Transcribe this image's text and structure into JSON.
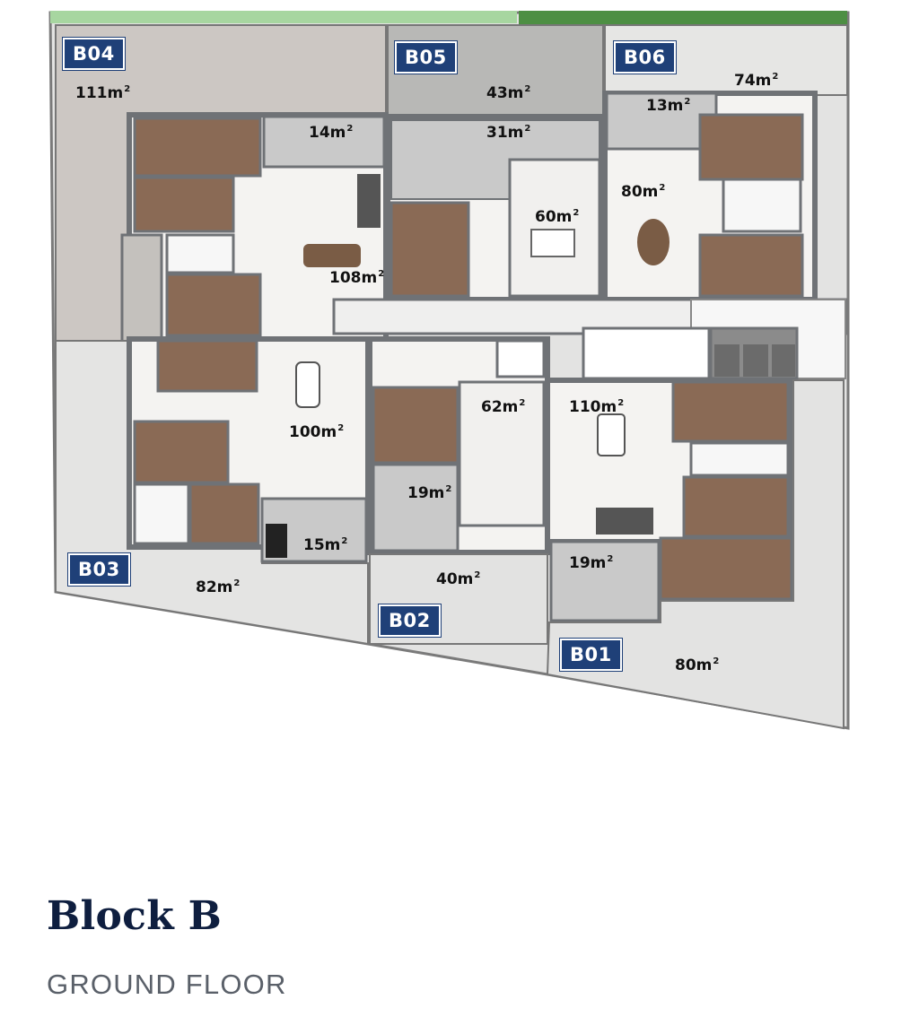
{
  "plan": {
    "units": [
      {
        "id": "B04",
        "label": "B04"
      },
      {
        "id": "B05",
        "label": "B05"
      },
      {
        "id": "B06",
        "label": "B06"
      },
      {
        "id": "B03",
        "label": "B03"
      },
      {
        "id": "B02",
        "label": "B02"
      },
      {
        "id": "B01",
        "label": "B01"
      }
    ],
    "areas": [
      {
        "value": "111m",
        "unit": "2"
      },
      {
        "value": "14m",
        "unit": "2"
      },
      {
        "value": "108m",
        "unit": "2"
      },
      {
        "value": "43m",
        "unit": "2"
      },
      {
        "value": "31m",
        "unit": "2"
      },
      {
        "value": "60m",
        "unit": "2"
      },
      {
        "value": "13m",
        "unit": "2"
      },
      {
        "value": "74m",
        "unit": "2"
      },
      {
        "value": "80m",
        "unit": "2"
      },
      {
        "value": "100m",
        "unit": "2"
      },
      {
        "value": "62m",
        "unit": "2"
      },
      {
        "value": "110m",
        "unit": "2"
      },
      {
        "value": "19m",
        "unit": "2"
      },
      {
        "value": "15m",
        "unit": "2"
      },
      {
        "value": "19m",
        "unit": "2"
      },
      {
        "value": "82m",
        "unit": "2"
      },
      {
        "value": "40m",
        "unit": "2"
      },
      {
        "value": "80m",
        "unit": "2"
      }
    ],
    "colors": {
      "tag_bg": "#1f4078",
      "wall": "#6f7276",
      "floor": "#f4f3f1",
      "wood": "#8a6a55",
      "garden": "#e2e2e2",
      "terrace": "#c9c9c9",
      "hedge": "#4d8f43"
    }
  },
  "caption": {
    "title": "Block B",
    "subtitle": "GROUND FLOOR"
  }
}
